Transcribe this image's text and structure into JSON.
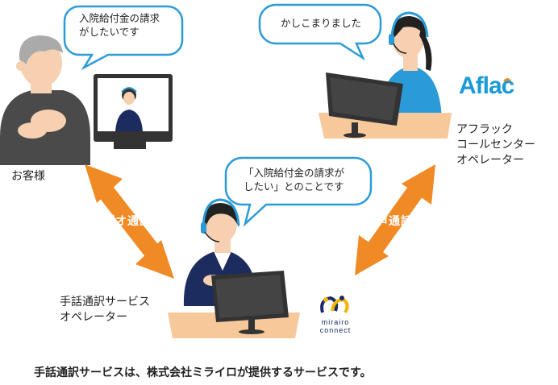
{
  "speech": {
    "customer": "入院給付金の請求\nがしたいです",
    "aflac_operator": "かしこまりました",
    "interpreter": "「入院給付金の請求が\nしたい」とのことです"
  },
  "labels": {
    "customer": "お客様",
    "aflac_operator": "アフラック\nコールセンター\nオペレーター",
    "interpreter": "手話通訳サービス\nオペレーター"
  },
  "arrows": {
    "video_call": "ビデオ通話",
    "voice_call": "音声通話"
  },
  "logos": {
    "aflac": "Aflac",
    "mirairo": "mirairo\nconnect"
  },
  "footer": "手話通訳サービスは、株式会社ミライロが提供するサービスです。",
  "colors": {
    "arrow": "#f08a24",
    "bubble_border": "#2b9bd8",
    "headset": "#2b9bd8",
    "desk": "#f7c99a",
    "monitor": "#333333",
    "suit": "#1d2c5e",
    "aflac_blue": "#1a9bd6"
  }
}
